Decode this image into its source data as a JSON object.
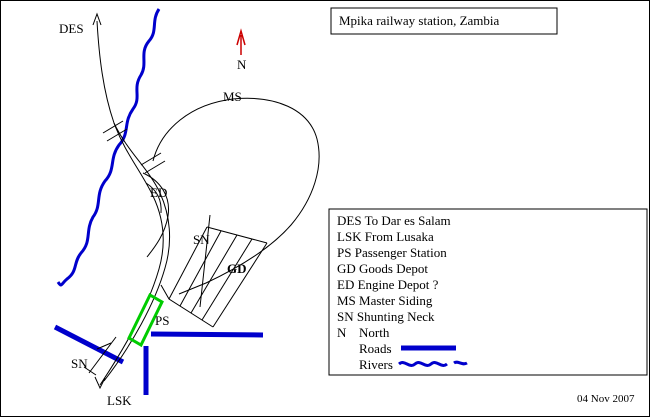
{
  "title_box": {
    "text": "Mpika railway station, Zambia"
  },
  "compass": {
    "label": "N"
  },
  "map_labels": {
    "des": "DES",
    "lsk": "LSK",
    "ms": "MS",
    "ed": "ED",
    "sn_upper": "SN",
    "sn_lower": "SN",
    "gd": "GD",
    "ps": "PS"
  },
  "legend": {
    "entries": [
      "DES To Dar es Salam",
      "LSK From Lusaka",
      "PS Passenger Station",
      "GD Goods Depot",
      "ED Engine Depot ?",
      "MS Master Siding",
      "SN Shunting Neck"
    ],
    "north_key": "N",
    "north_label": "North",
    "roads_label": "Roads",
    "rivers_label": "Rivers"
  },
  "date": "04 Nov 2007",
  "colors": {
    "track": "#000000",
    "road": "#0000cc",
    "river": "#0000cc",
    "station_building": "#00cc00",
    "north_arrow": "#cc0000"
  }
}
